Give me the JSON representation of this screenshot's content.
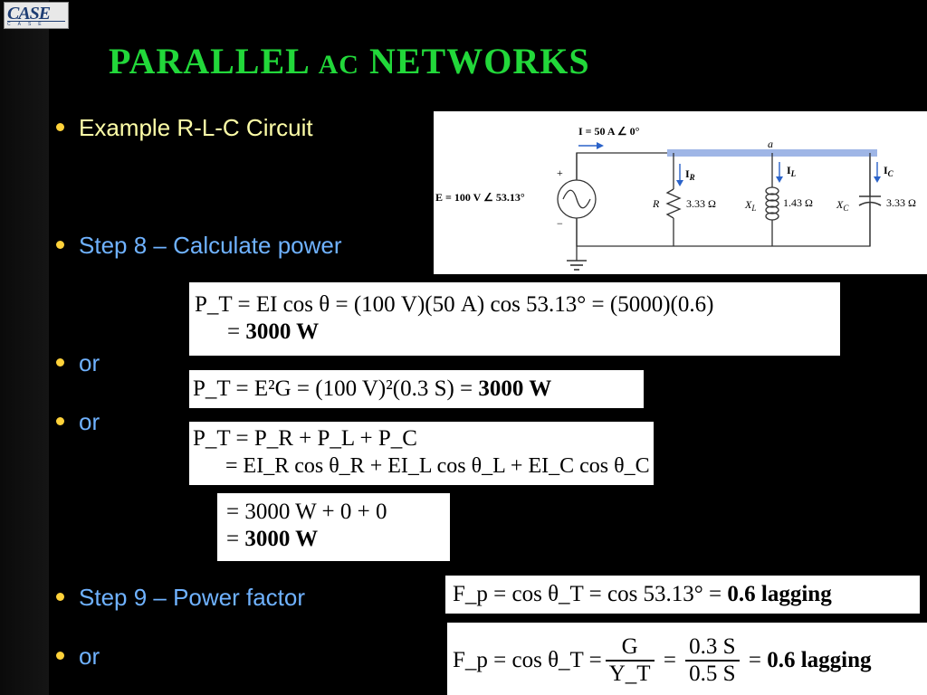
{
  "logo": {
    "main": "CASE",
    "sub": "CASE"
  },
  "title": {
    "prefix": "PARALLEL ",
    "ac": "AC",
    "suffix": " NETWORKS"
  },
  "bullets": [
    {
      "text": "Example R-L-C Circuit"
    },
    {
      "text": "Step 8 – Calculate power"
    },
    {
      "text": "or"
    },
    {
      "text": "or"
    },
    {
      "text": "Step 9 – Power factor"
    },
    {
      "text": "or"
    }
  ],
  "circuit": {
    "current_label": "I  =  50 A ∠ 0°",
    "source_label": "E  =  100 V ∠ 53.13°",
    "node": "a",
    "plus": "+",
    "minus": "−",
    "ir": "I",
    "ir_sub": "R",
    "il": "I",
    "il_sub": "L",
    "ic": "I",
    "ic_sub": "C",
    "r_name": "R",
    "r_value": "3.33 Ω",
    "xl_name": "X",
    "xl_sub": "L",
    "xl_value": "1.43 Ω",
    "xc_name": "X",
    "xc_sub": "C",
    "xc_value": "3.33 Ω"
  },
  "equations": {
    "eq1_line1": "P_T = EI cos θ = (100 V)(50 A) cos 53.13° = (5000)(0.6)",
    "eq1_line2_prefix": "= ",
    "eq1_line2_bold": "3000 W",
    "eq2_main": "P_T = E²G = (100 V)²(0.3 S) = ",
    "eq2_bold": "3000 W",
    "eq3_line1": "P_T = P_R + P_L + P_C",
    "eq3_line2": "= EI_R cos θ_R + EI_L cos θ_L + EI_C cos θ_C",
    "eq4_line1": "= 3000 W + 0 + 0",
    "eq4_line2_prefix": "= ",
    "eq4_line2_bold": "3000 W",
    "eq5_main": "F_p = cos θ_T = cos 53.13° = ",
    "eq5_bold": "0.6 lagging",
    "eq6_prefix": "F_p = cos θ_T = ",
    "eq6_frac1_num": "G",
    "eq6_frac1_den": "Y_T",
    "eq6_frac2_num": "0.3 S",
    "eq6_frac2_den": "0.5 S",
    "eq6_bold": "0.6 lagging"
  },
  "colors": {
    "title": "#22d83a",
    "bullet_first": "#ffffa8",
    "bullet_text": "#6fb2ff",
    "bullet_dot": "#ffd23a",
    "circuit_arrow": "#2a62c9",
    "bus_highlight": "#9fb6e6"
  }
}
